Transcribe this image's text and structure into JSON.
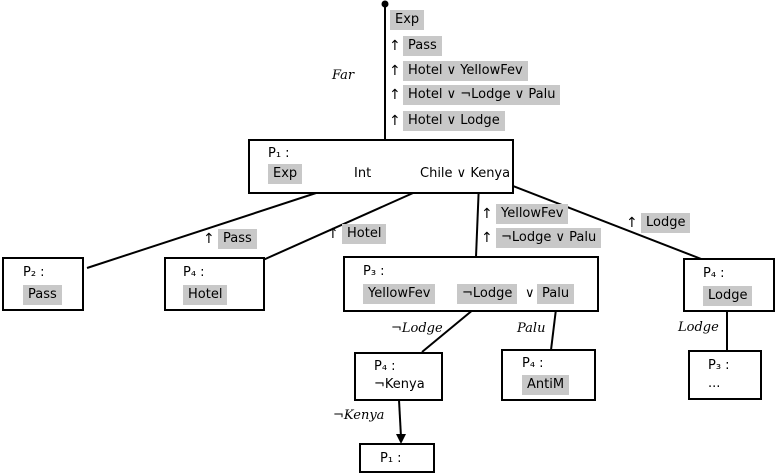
{
  "nodes": {
    "root": {
      "title": "P₁ :",
      "exp": "Exp",
      "int": "Int",
      "disj": "Chile ∨ Kenya"
    },
    "p2": {
      "title": "P₂ :",
      "value": "Pass"
    },
    "p4_hotel": {
      "title": "P₄ :",
      "value": "Hotel"
    },
    "p3": {
      "title": "P₃ :",
      "yellowfev": "YellowFev",
      "notlodge": "¬Lodge",
      "or": "∨",
      "palu": "Palu"
    },
    "p4_lodge": {
      "title": "P₄ :",
      "value": "Lodge"
    },
    "p4_kenya": {
      "title": "P₄ :",
      "value": "¬Kenya"
    },
    "p4_antim": {
      "title": "P₄ :",
      "value": "AntiM"
    },
    "p3_leaf": {
      "title": "P₃ :",
      "value": "..."
    },
    "p1_leaf": {
      "title": "P₁ :"
    }
  },
  "top_stack": [
    "Exp",
    "Pass",
    "Hotel ∨ YellowFev",
    "Hotel ∨ ¬Lodge ∨ Palu",
    "Hotel ∨ Lodge"
  ],
  "edge_labels": {
    "far": "Far",
    "not_lodge": "¬Lodge",
    "palu": "Palu",
    "lodge": "Lodge",
    "not_kenya": "¬Kenya"
  },
  "edge_tags": {
    "pass": "Pass",
    "hotel": "Hotel",
    "yellowfev": "YellowFev",
    "notlodge_palu": "¬Lodge ∨ Palu",
    "lodge": "Lodge"
  },
  "up_arrow": "↑"
}
